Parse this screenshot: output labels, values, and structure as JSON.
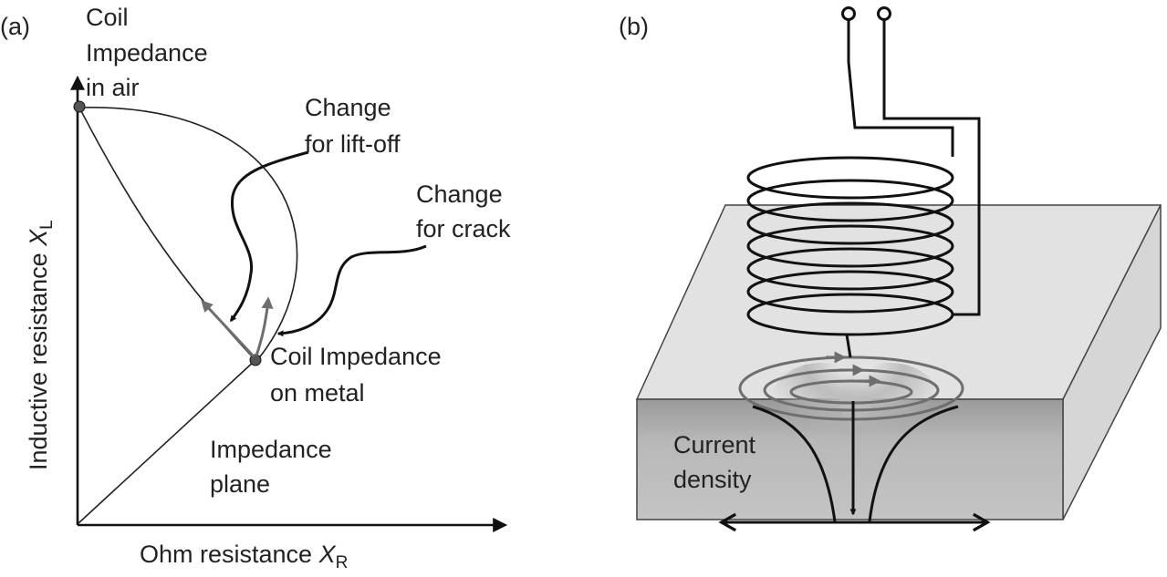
{
  "panel_a": {
    "label": "(a)",
    "air_label": [
      "Coil",
      "Impedance",
      "in air"
    ],
    "liftoff_label": [
      "Change",
      "for lift-off"
    ],
    "crack_label": [
      "Change",
      "for crack"
    ],
    "metal_label": [
      "Coil Impedance",
      "on metal"
    ],
    "plane_label": [
      "Impedance",
      "plane"
    ],
    "y_axis": {
      "text": "Inductive resistance ",
      "var": "X",
      "sub": "L"
    },
    "x_axis": {
      "text": "Ohm resistance ",
      "var": "X",
      "sub": "R"
    }
  },
  "panel_b": {
    "label": "(b)",
    "density_label": [
      "Current",
      "density"
    ]
  },
  "colors": {
    "line": "#111111",
    "grey_arrow": "#6e6e6e",
    "point": "#555555",
    "block_top": "#e2e2e2",
    "block_front": "#bdbdbd",
    "block_side": "#d6d6d6"
  }
}
